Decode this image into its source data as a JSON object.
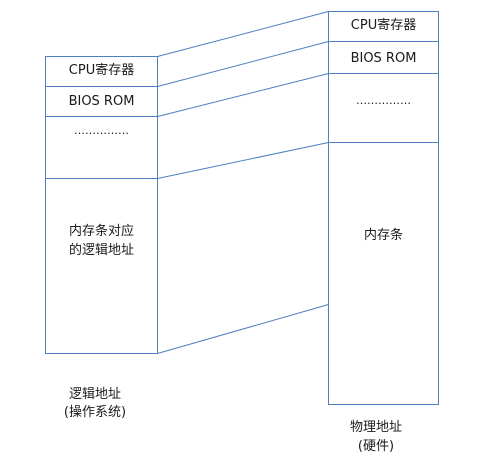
{
  "colors": {
    "line": "#4f7fc1",
    "text": "#1a1a1a",
    "background": "#ffffff"
  },
  "logical": {
    "rows": [
      {
        "label": "CPU寄存器"
      },
      {
        "label": "BIOS ROM"
      },
      {
        "label": "……………"
      },
      {
        "label_line1": "内存条对应",
        "label_line2": "的逻辑地址"
      }
    ],
    "caption_line1": "逻辑地址",
    "caption_line2": "(操作系统)"
  },
  "physical": {
    "rows": [
      {
        "label": "CPU寄存器"
      },
      {
        "label": "BIOS ROM"
      },
      {
        "label": "……………"
      },
      {
        "label": "内存条"
      }
    ],
    "caption_line1": "物理地址",
    "caption_line2": "(硬件)"
  }
}
